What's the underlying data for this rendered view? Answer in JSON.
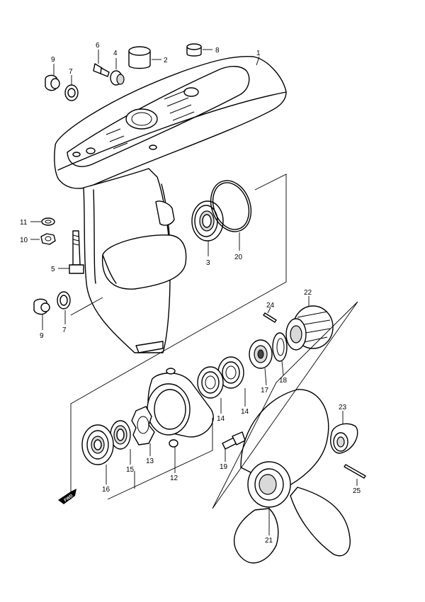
{
  "callouts": [
    {
      "id": "1",
      "text": "1"
    },
    {
      "id": "2",
      "text": "2"
    },
    {
      "id": "3",
      "text": "3"
    },
    {
      "id": "4",
      "text": "4"
    },
    {
      "id": "5",
      "text": "5"
    },
    {
      "id": "6",
      "text": "6"
    },
    {
      "id": "7a",
      "text": "7"
    },
    {
      "id": "7b",
      "text": "7"
    },
    {
      "id": "8",
      "text": "8"
    },
    {
      "id": "9a",
      "text": "9"
    },
    {
      "id": "9b",
      "text": "9"
    },
    {
      "id": "10",
      "text": "10"
    },
    {
      "id": "11",
      "text": "11"
    },
    {
      "id": "12",
      "text": "12"
    },
    {
      "id": "13",
      "text": "13"
    },
    {
      "id": "14a",
      "text": "14"
    },
    {
      "id": "14b",
      "text": "14"
    },
    {
      "id": "15",
      "text": "15"
    },
    {
      "id": "16",
      "text": "16"
    },
    {
      "id": "17",
      "text": "17"
    },
    {
      "id": "18",
      "text": "18"
    },
    {
      "id": "19",
      "text": "19"
    },
    {
      "id": "20",
      "text": "20"
    },
    {
      "id": "21",
      "text": "21"
    },
    {
      "id": "22",
      "text": "22"
    },
    {
      "id": "23",
      "text": "23"
    },
    {
      "id": "24",
      "text": "24"
    },
    {
      "id": "25",
      "text": "25"
    }
  ],
  "direction_badge": "FWD"
}
